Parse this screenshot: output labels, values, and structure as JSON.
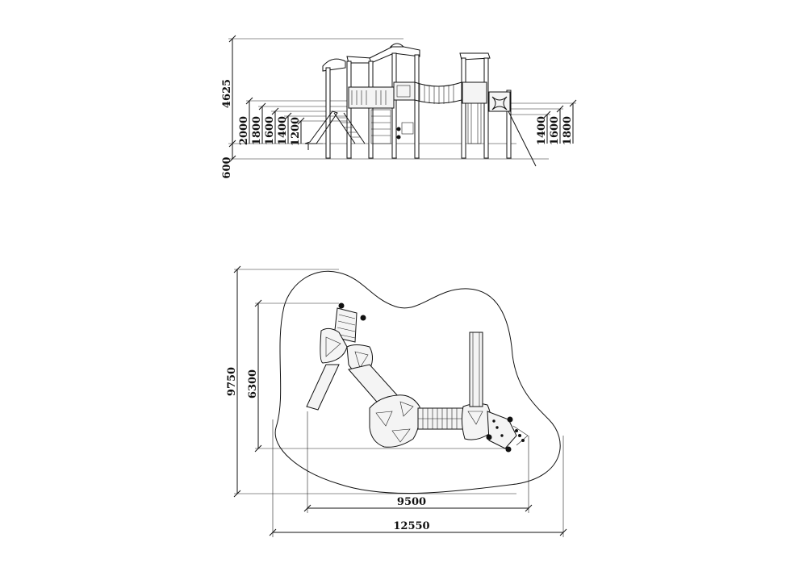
{
  "elevation_view": {
    "height_total": "4625",
    "ground_depth": "600",
    "left_platform_heights": [
      "2000",
      "1800",
      "1600",
      "1400",
      "1200"
    ],
    "right_platform_heights": [
      "1400",
      "1600",
      "1800"
    ]
  },
  "plan_view": {
    "overall_depth": "9750",
    "equipment_depth": "6300",
    "equipment_width": "9500",
    "overall_width": "12550"
  },
  "colors": {
    "line": "#111111",
    "background": "#ffffff",
    "fill": "#f4f4f4"
  }
}
